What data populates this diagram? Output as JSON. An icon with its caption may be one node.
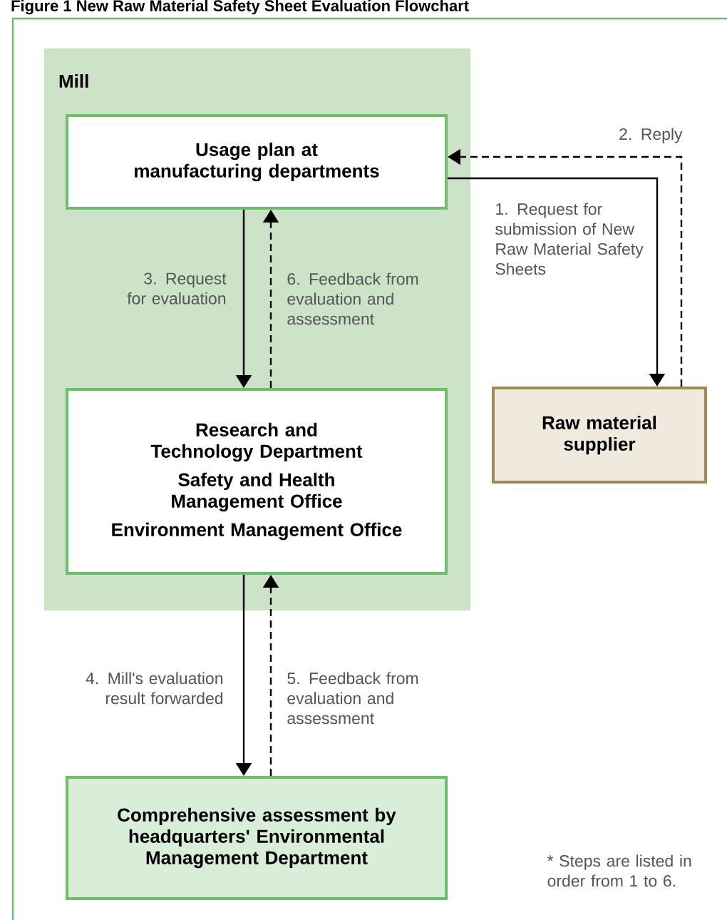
{
  "diagram": {
    "title": "Figure 1 New Raw Material Safety Sheet Evaluation Flowchart",
    "nodes": [
      {
        "text": [
          "Mill"
        ]
      },
      {
        "text": [
          "Usage plan at manufacturing departments"
        ],
        "in": 0
      },
      {
        "text": [
          "Research and Technology Department",
          "Safety and Health Management Office",
          "Environment Management Office"
        ],
        "in": 0
      },
      {
        "text": [
          "Raw material supplier"
        ]
      },
      {
        "text": [
          "Comprehensive assessment by headquarters' Environmental Management Department"
        ]
      }
    ],
    "edges": [
      {
        "from": 1,
        "to": 3,
        "arrow": "to",
        "label": "1. Request for submission of New Raw Material Safety Sheets"
      },
      {
        "from": 3,
        "to": 1,
        "arrow": "to",
        "style": "dashed",
        "label": "2. Reply"
      },
      {
        "from": 1,
        "to": 2,
        "arrow": "to",
        "label": "3. Request for evaluation"
      },
      {
        "from": 2,
        "to": 1,
        "arrow": "to",
        "style": "dashed",
        "label": "6. Feedback from evaluation and assessment"
      },
      {
        "from": 2,
        "to": 4,
        "arrow": "to",
        "label": "4. Mill's evaluation result forwarded"
      },
      {
        "from": 4,
        "to": 2,
        "arrow": "to",
        "style": "dashed",
        "label": "5. Feedback from evaluation and assessment"
      }
    ],
    "labels": [
      "* Steps are listed in order from 1 to 6."
    ]
  }
}
